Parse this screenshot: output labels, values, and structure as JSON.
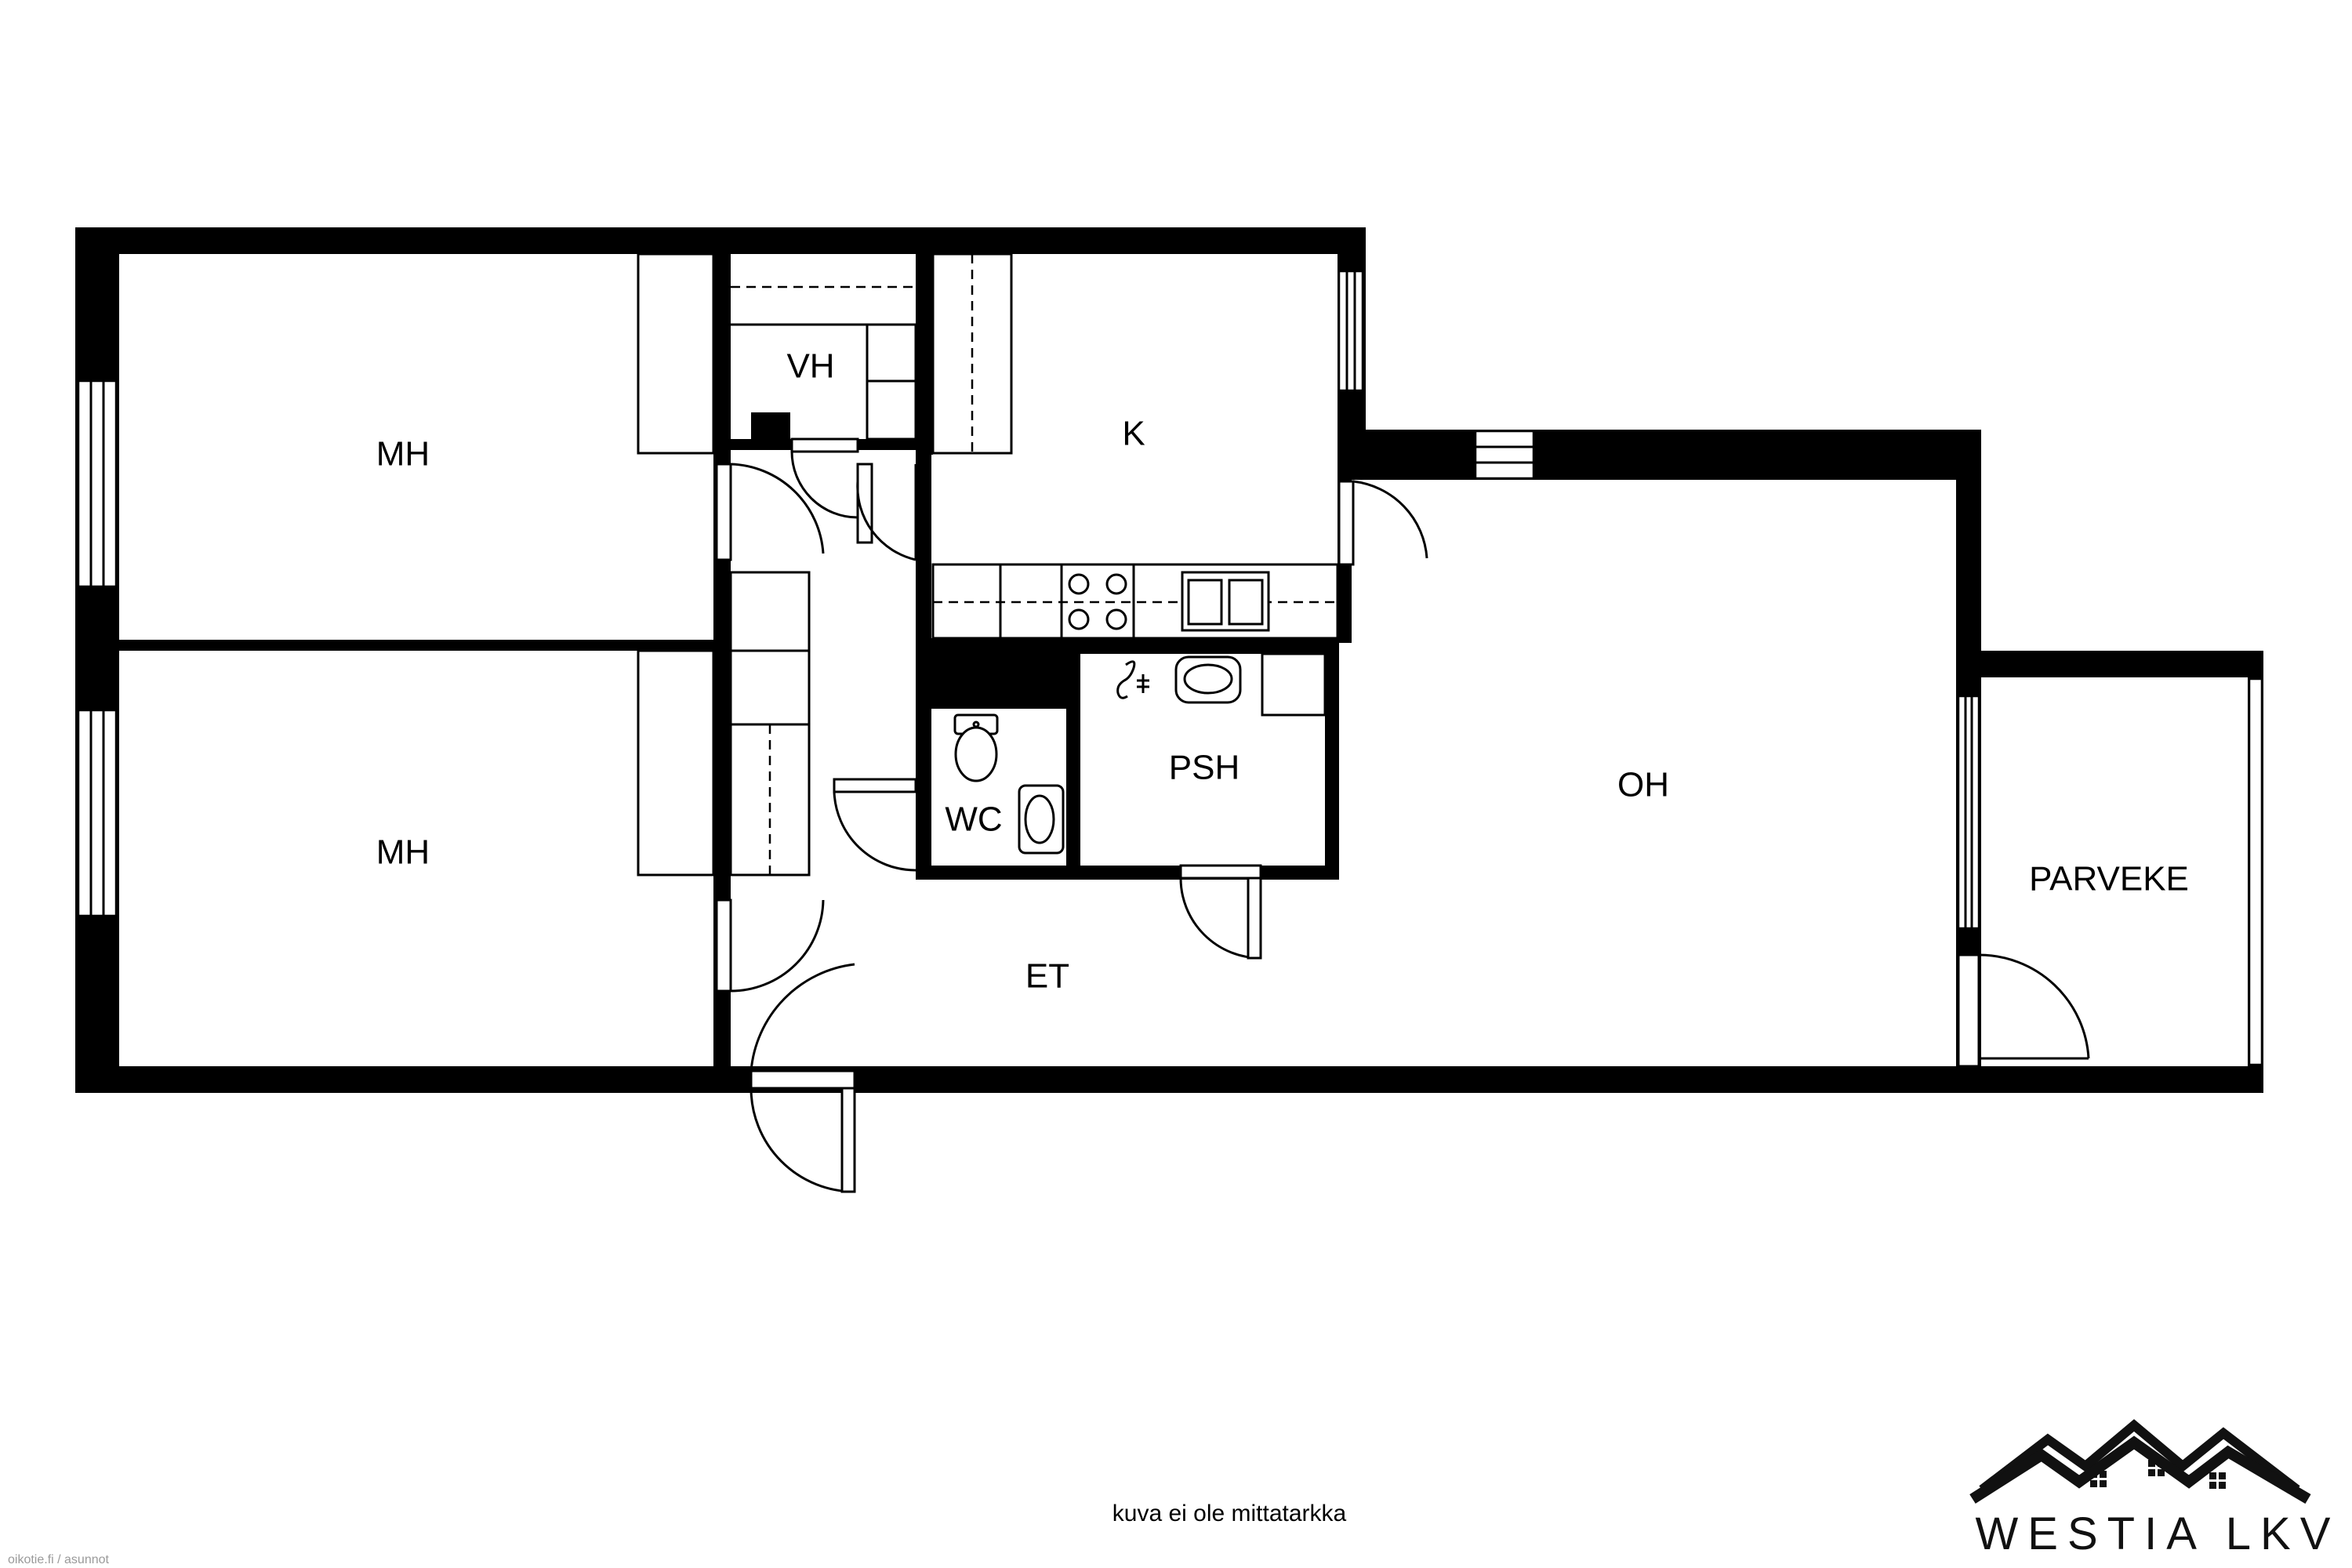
{
  "rooms": {
    "mh1": "MH",
    "mh2": "MH",
    "vh": "VH",
    "k": "K",
    "wc": "WC",
    "psh": "PSH",
    "oh": "OH",
    "et": "ET",
    "parveke": "PARVEKE"
  },
  "note": "kuva ei ole mittatarkka",
  "credit": "oikotie.fi / asunnot",
  "brand": {
    "name": "WESTIA LKV",
    "logo_icon": "house-roofs-logo-icon"
  }
}
